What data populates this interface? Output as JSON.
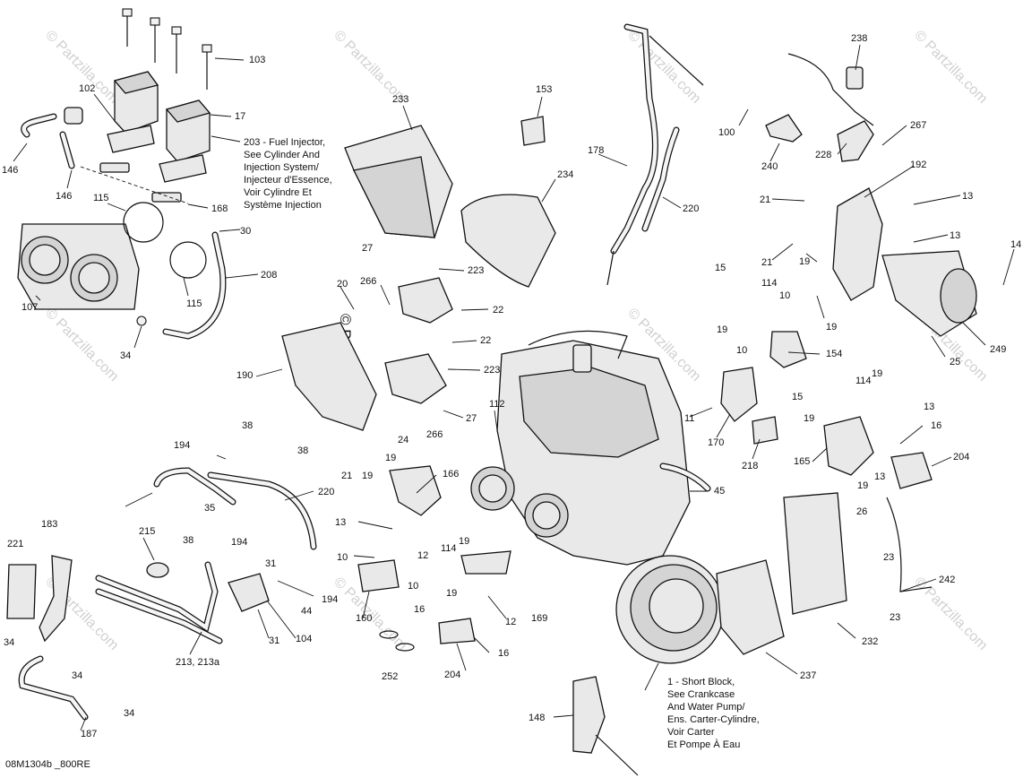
{
  "diagram_code": "08M1304b _800RE",
  "watermark": "© Partzilla.com",
  "callouts": {
    "c1_lines": [
      "1 - Short Block,",
      "See Crankcase",
      "And Water Pump/",
      "Ens. Carter-Cylindre,",
      "Voir Carter",
      "Et Pompe À Eau"
    ],
    "c203_lines": [
      "203 - Fuel Injector,",
      "See Cylinder And",
      "Injection System/",
      "Injecteur d'Essence,",
      "Voir Cylindre Et",
      "Système Injection"
    ]
  },
  "labels": [
    "103",
    "102",
    "17",
    "146",
    "146",
    "168",
    "115",
    "115",
    "107",
    "30",
    "208",
    "34",
    "233",
    "153",
    "178",
    "220",
    "234",
    "238",
    "100",
    "240",
    "228",
    "267",
    "192",
    "21",
    "13",
    "21",
    "13",
    "14",
    "15",
    "114",
    "10",
    "19",
    "19",
    "19",
    "10",
    "154",
    "25",
    "249",
    "27",
    "266",
    "223",
    "22",
    "20",
    "190",
    "22",
    "223",
    "27",
    "266",
    "112",
    "11",
    "170",
    "218",
    "15",
    "114",
    "19",
    "13",
    "19",
    "16",
    "165",
    "13",
    "19",
    "204",
    "38",
    "194",
    "38",
    "220",
    "24",
    "19",
    "166",
    "45",
    "21",
    "19",
    "13",
    "10",
    "114",
    "19",
    "12",
    "10",
    "19",
    "12",
    "169",
    "16",
    "16",
    "204",
    "252",
    "160",
    "35",
    "38",
    "194",
    "215",
    "183",
    "221",
    "31",
    "44",
    "104",
    "31",
    "194",
    "213, 213a",
    "34",
    "34",
    "34",
    "187",
    "148",
    "26",
    "23",
    "232",
    "23",
    "242",
    "237"
  ]
}
